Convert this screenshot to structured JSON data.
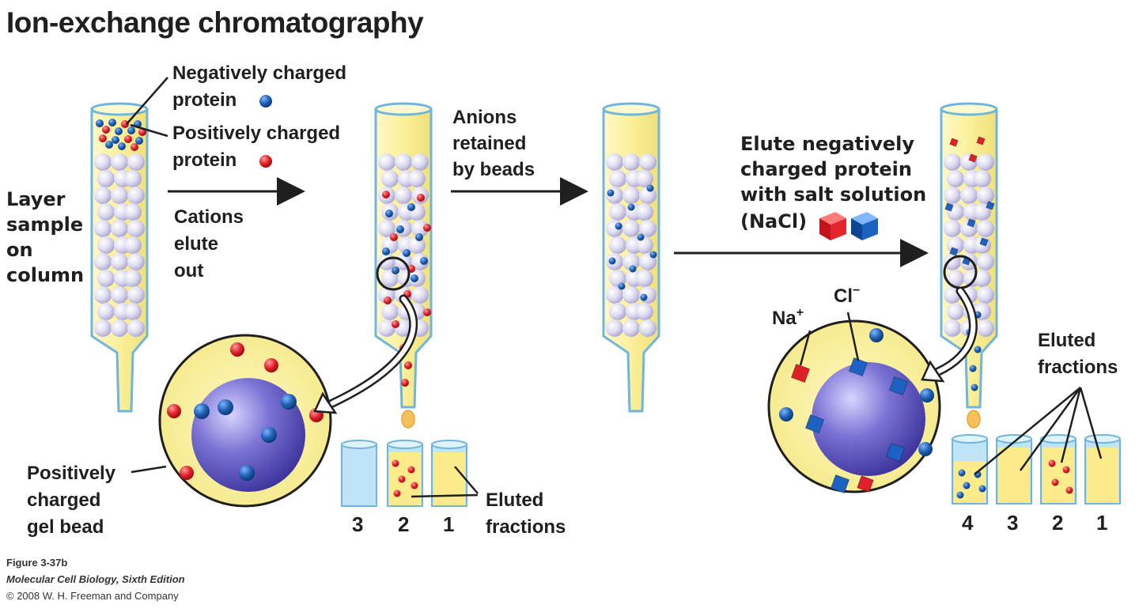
{
  "title": "Ion-exchange chromatography",
  "labels": {
    "negatively_charged": "Negatively charged",
    "negatively_protein": "protein",
    "positively_charged": "Positively charged",
    "positively_protein": "protein",
    "layer_sample": [
      "Layer",
      "sample",
      "on",
      "column"
    ],
    "cations_elute": [
      "Cations",
      "elute",
      "out"
    ],
    "anions_retained": [
      "Anions",
      "retained",
      "by beads"
    ],
    "elute_negative": [
      "Elute negatively",
      "charged protein",
      "with salt solution",
      "(NaCl)"
    ],
    "positively_charged_gel_bead": [
      "Positively",
      "charged",
      "gel bead"
    ],
    "eluted_fractions_left": [
      "Eluted",
      "fractions"
    ],
    "eluted_fractions_right": [
      "Eluted",
      "fractions"
    ],
    "na_plus": "Na",
    "na_sign": "+",
    "cl_minus": "Cl",
    "cl_sign": "−"
  },
  "tube_numbers_left": [
    "3",
    "2",
    "1"
  ],
  "tube_numbers_right": [
    "4",
    "3",
    "2",
    "1"
  ],
  "caption": {
    "figure": "Figure 3-37b",
    "book": "Molecular Cell Biology, Sixth Edition",
    "copyright": "© 2008 W. H. Freeman and Company"
  },
  "colors": {
    "column_fill": "#fbf3a8",
    "column_stroke": "#5aa8d6",
    "bead": "#d9d6ec",
    "negative_protein": "#1d5fb0",
    "positive_protein": "#e02028",
    "big_bead": "#6a63c4",
    "empty_tube": "#bfe4f7"
  }
}
